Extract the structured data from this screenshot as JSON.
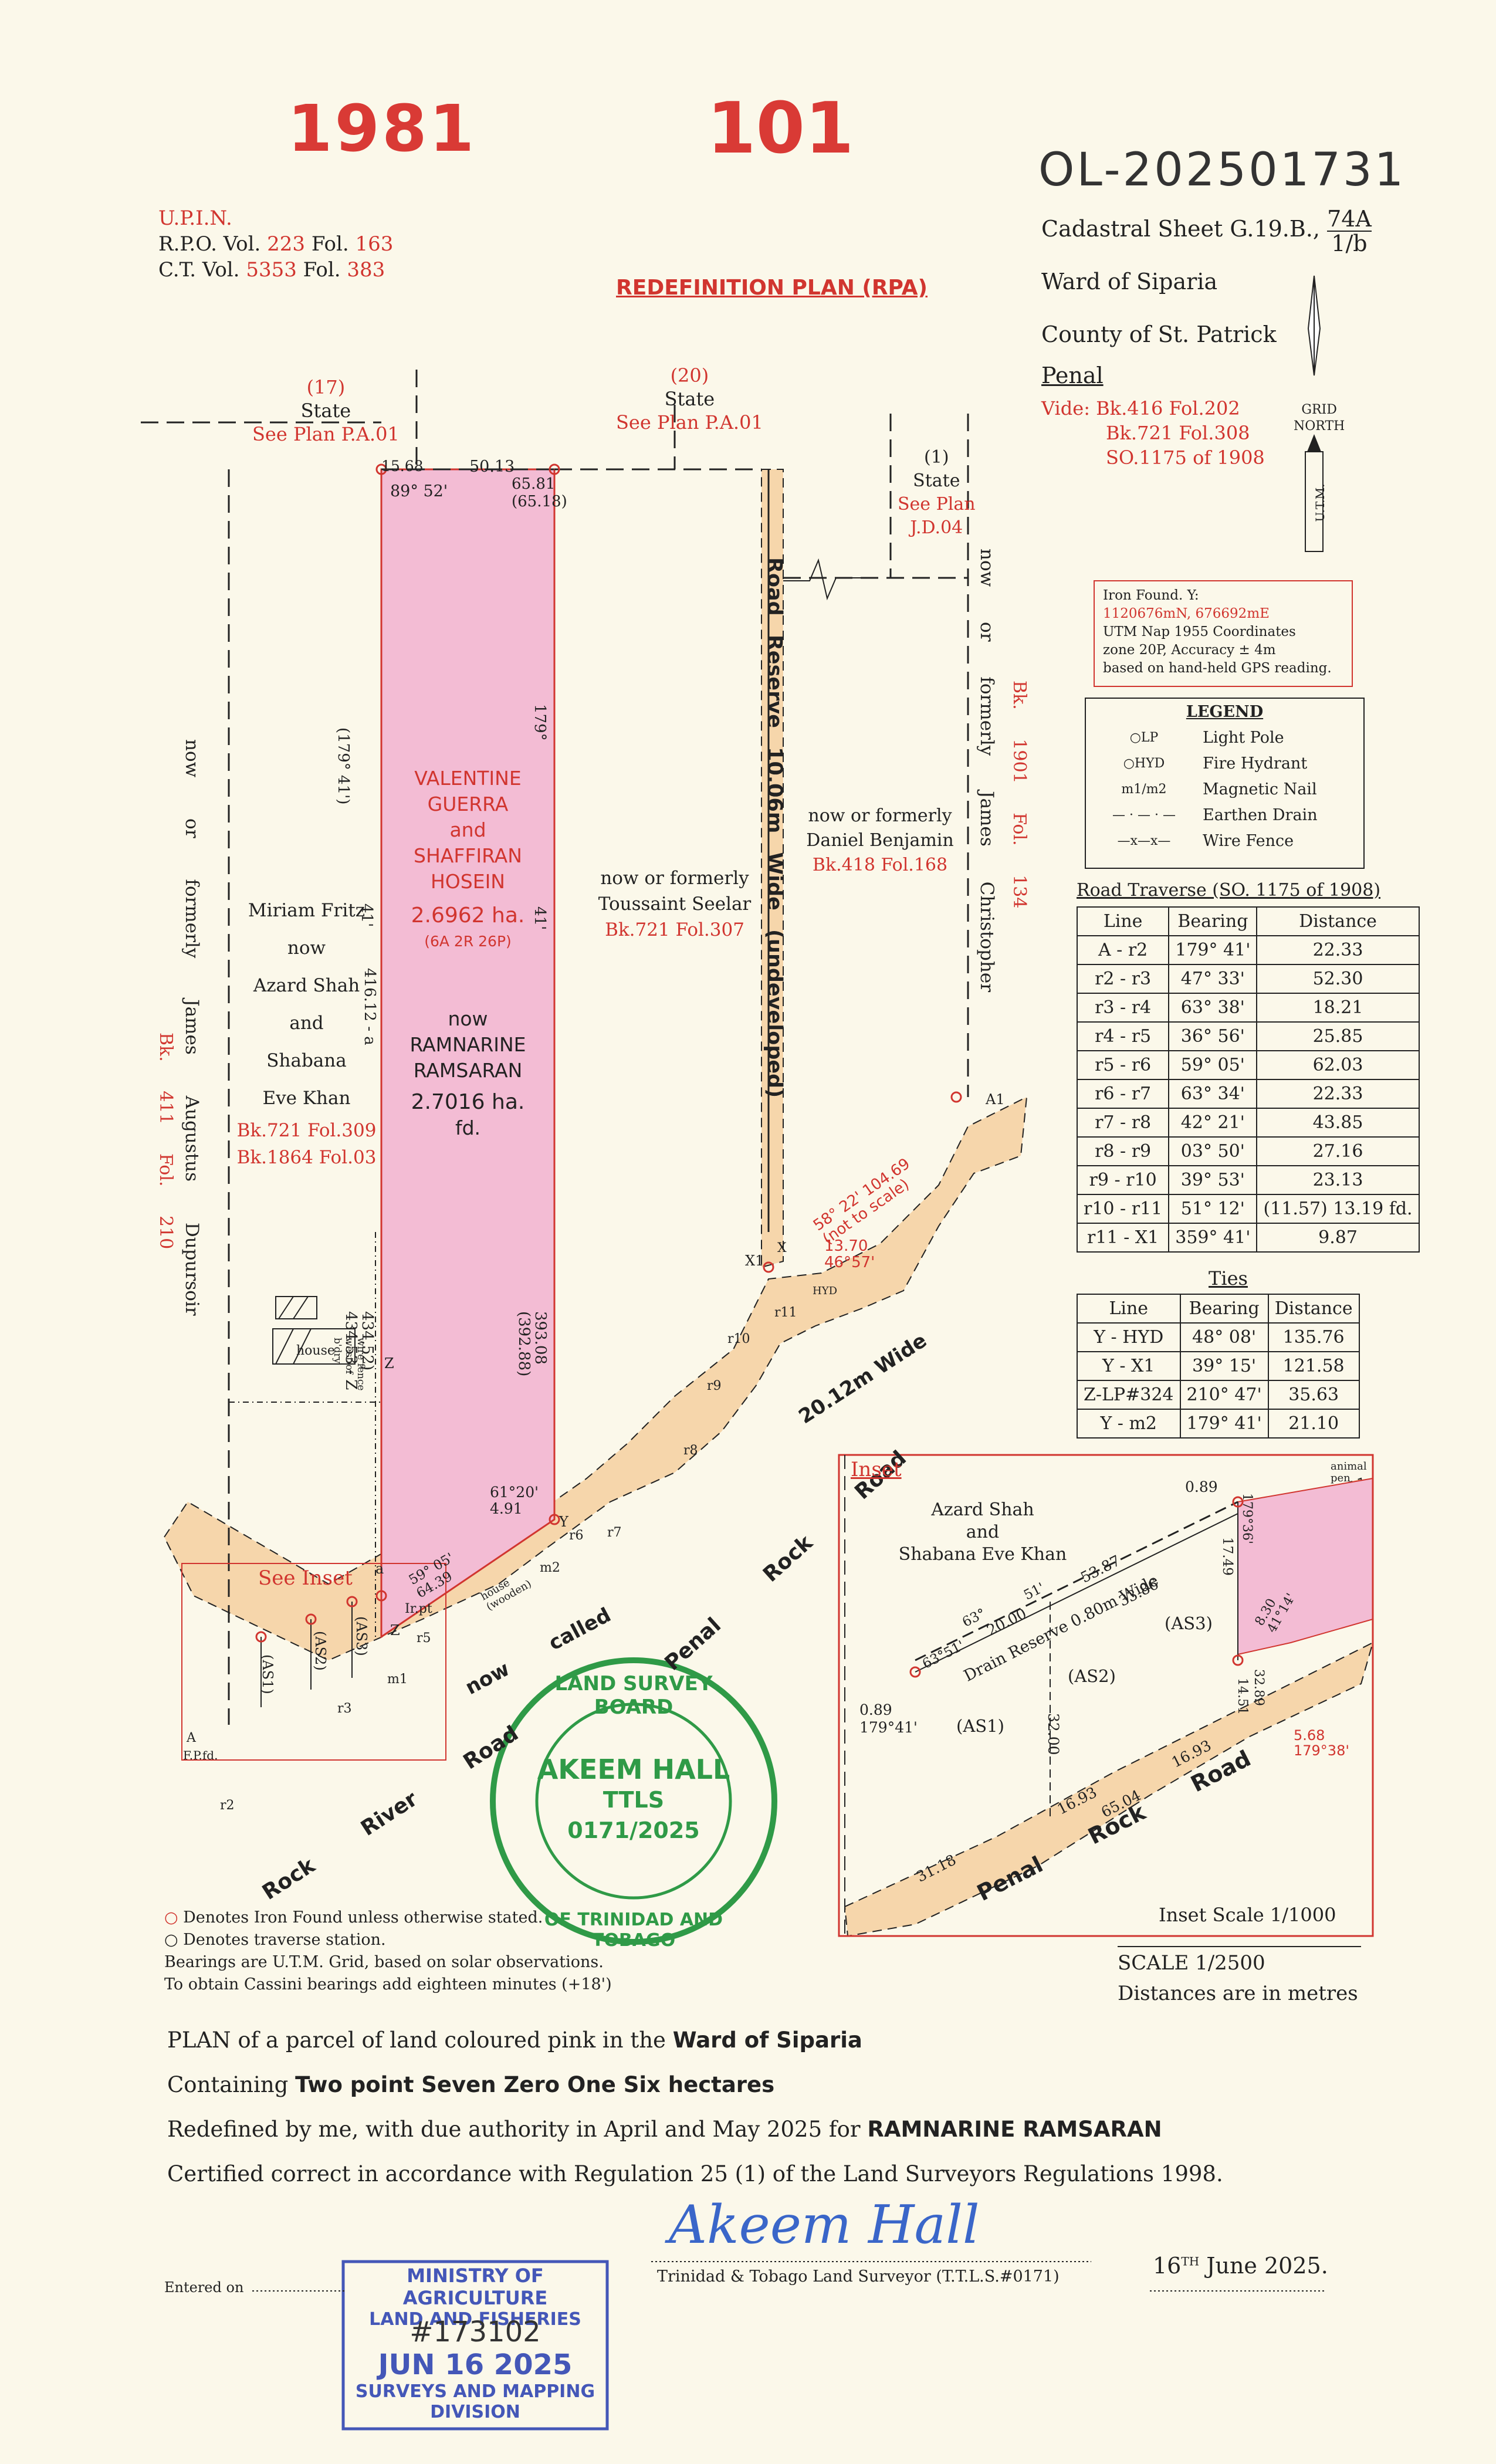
{
  "handwritten": {
    "num1": "1981",
    "num2": "101",
    "ref": "OL-202501731"
  },
  "upin": {
    "label": "U.P.I.N.",
    "rpo": "R.P.O. Vol.",
    "rpo_vol": "223",
    "fol": "Fol.",
    "rpo_fol": "163",
    "ct": "C.T. Vol.",
    "ct_vol": "5353",
    "ct_fol": "383"
  },
  "title": "REDEFINITION PLAN (RPA)",
  "header_right": {
    "cadastral": "Cadastral Sheet G.19.B.,",
    "sheet_num": "74A",
    "sheet_den": "1/b",
    "ward": "Ward of Siparia",
    "county": "County of St. Patrick",
    "penal": "Penal",
    "vide": "Vide:",
    "vide1": "Bk.416 Fol.202",
    "vide2": "Bk.721 Fol.308",
    "vide3": "SO.1175 of 1908"
  },
  "north": {
    "label1": "GRID",
    "label2": "NORTH",
    "utm": "U.T.M."
  },
  "iron_found": {
    "title": "Iron Found. Y:",
    "coords": "1120676mN, 676692mE",
    "l2": "UTM Nap 1955 Coordinates",
    "l3": "zone 20P, Accuracy ± 4m",
    "l4": "based on hand-held GPS reading."
  },
  "legend": {
    "title": "LEGEND",
    "items": [
      {
        "symbol": "LP",
        "label": "Light Pole"
      },
      {
        "symbol": "HYD",
        "label": "Fire Hydrant"
      },
      {
        "symbol": "m1/m2",
        "label": "Magnetic Nail"
      },
      {
        "symbol": "",
        "label": "Earthen Drain"
      },
      {
        "symbol": "",
        "label": "Wire Fence"
      }
    ]
  },
  "road_traverse": {
    "title": "Road Traverse (SO. 1175 of 1908)",
    "headers": [
      "Line",
      "Bearing",
      "Distance"
    ],
    "rows": [
      [
        "A - r2",
        "179° 41'",
        "22.33"
      ],
      [
        "r2 - r3",
        "47° 33'",
        "52.30"
      ],
      [
        "r3 - r4",
        "63° 38'",
        "18.21"
      ],
      [
        "r4 - r5",
        "36° 56'",
        "25.85"
      ],
      [
        "r5 - r6",
        "59° 05'",
        "62.03"
      ],
      [
        "r6 - r7",
        "63° 34'",
        "22.33"
      ],
      [
        "r7 - r8",
        "42° 21'",
        "43.85"
      ],
      [
        "r8 - r9",
        "03° 50'",
        "27.16"
      ],
      [
        "r9 - r10",
        "39° 53'",
        "23.13"
      ],
      [
        "r10 - r11",
        "51° 12'",
        "(11.57) 13.19 fd."
      ],
      [
        "r11 - X1",
        "359° 41'",
        "9.87"
      ]
    ]
  },
  "ties": {
    "title": "Ties",
    "headers": [
      "Line",
      "Bearing",
      "Distance"
    ],
    "rows": [
      [
        "Y - HYD",
        "48° 08'",
        "135.76"
      ],
      [
        "Y - X1",
        "39° 15'",
        "121.58"
      ],
      [
        "Z-LP#324",
        "210° 47'",
        "35.63"
      ],
      [
        "Y - m2",
        "179° 41'",
        "21.10"
      ]
    ]
  },
  "map": {
    "lot17": {
      "num": "(17)",
      "state": "State",
      "plan": "See Plan P.A.01"
    },
    "lot20": {
      "num": "(20)",
      "state": "State",
      "plan": "See Plan P.A.01"
    },
    "lot1": {
      "num": "(1)",
      "state": "State",
      "plan": "See Plan",
      "plan2": "J.D.04"
    },
    "parcel": {
      "o1": "VALENTINE",
      "o2": "GUERRA",
      "o3": "and",
      "o4": "SHAFFIRAN",
      "o5": "HOSEIN",
      "area": "2.6962 ha.",
      "imperial": "(6A 2R 26P)",
      "now": "now",
      "n1": "RAMNARINE",
      "n2": "RAMSARAN",
      "area2": "2.7016 ha.",
      "fd": "fd."
    },
    "west": {
      "l1": "Miriam Fritz",
      "l2": "now",
      "l3": "Azard Shah",
      "l4": "and",
      "l5": "Shabana",
      "l6": "Eve Khan",
      "bk1": "Bk.721 Fol.309",
      "bk2": "Bk.1864 Fol.03"
    },
    "west_vert": {
      "a": "now",
      "b": "or",
      "c": "formerly",
      "d": "James",
      "e": "Augustus",
      "f": "Dupursoir",
      "bk": "Bk. 411",
      "fol": "Fol. 210"
    },
    "east": {
      "l1": "now or formerly",
      "l2": "Toussaint Seelar",
      "bk": "Bk.721 Fol.307"
    },
    "daniel": {
      "l1": "now or formerly",
      "l2": "Daniel Benjamin",
      "bk": "Bk.418 Fol.168"
    },
    "christopher": {
      "a": "now",
      "b": "or",
      "c": "formerly",
      "d": "James",
      "e": "Christopher",
      "bk": "Bk. 1901",
      "fol": "Fol. 134"
    },
    "road_reserve": "Road Reserve 10.06m Wide (undeveloped)",
    "penal_road": "Penal Rock Road",
    "wide": "20.12m Wide",
    "now_called": "now called",
    "rock_river": "Rock River Road",
    "dims": {
      "d1": "15.68",
      "d2": "50.13",
      "d3": "65.81",
      "d4": "(65.18)",
      "brg": "89° 52'",
      "b179a": "(179°",
      "b179b": "179°",
      "b179c": "179°",
      "b41a": "41')",
      "b41b": "41'",
      "b41c": "41'",
      "left_len": "416.12 - a",
      "left2": "434.52)",
      "left3": "434.53 - Z",
      "right1": "393.08",
      "right2": "(392.88)",
      "ang": "61°20'",
      "ang_d": "4.91",
      "sw1": "59° 05'",
      "sw2": "64.39",
      "x_ang": "58° 22' 104.69",
      "x_note": "(not to scale)",
      "x_d": "13.70",
      "x_b": "46°57'"
    },
    "stations": {
      "a": "a",
      "z": "Z",
      "y": "Y",
      "x": "X",
      "x1": "X1",
      "a1": "A1",
      "a_main": "A",
      "fpfd": "F.P.fd.",
      "irpt": "Ir.pt",
      "r2": "r2",
      "r3": "r3",
      "r5": "r5",
      "r6": "r6",
      "r7": "r7",
      "r8": "r8",
      "r9": "r9",
      "r10": "r10",
      "r11": "r11",
      "m1": "m1",
      "m2": "m2",
      "hyd": "HYD"
    },
    "house": "house",
    "house2": "house (wooden)",
    "wire_fence": "wire fence west of b'dry",
    "as1": "(AS1)",
    "as2": "(AS2)",
    "as3": "(AS3)",
    "see_inset": "See Inset"
  },
  "inset": {
    "title": "Inset",
    "owner1": "Azard Shah",
    "owner2": "and",
    "owner3": "Shabana Eve Khan",
    "drain": "Drain Reserve 0.80m Wide",
    "as1": "(AS1)",
    "as2": "(AS2)",
    "as3": "(AS3)",
    "animal": "animal pen",
    "road": "Penal Rock Road",
    "scale": "Inset Scale 1/1000",
    "dims": {
      "d089": "0.89",
      "d089b": "0.89",
      "b179": "179°41'",
      "d5387": "53.87",
      "d3386": "33.86",
      "d2000": "20.00",
      "b63_51": "63°51'",
      "b63": "63°",
      "b51": "51'",
      "d3200": "32.00",
      "d1749": "17.49",
      "d830": "8.30",
      "b4114": "41°14'",
      "d3289": "32.89",
      "d1451": "14.51",
      "d568": "5.68",
      "b17938": "179°38'",
      "d1693": "16.93",
      "d1693b": "16.93",
      "d6504": "65.04",
      "d3118": "31.18",
      "b179_36": "179°36'"
    }
  },
  "notes": {
    "n1": "Denotes Iron Found unless otherwise stated.",
    "n2": "Denotes traverse station.",
    "n3": "Bearings are U.T.M. Grid, based on solar observations.",
    "n4": "To obtain Cassini bearings add eighteen minutes (+18')"
  },
  "scale": {
    "s1": "SCALE   1/2500",
    "s2": "Distances are in metres"
  },
  "cert": {
    "l1a": "PLAN of a parcel of land coloured pink in the",
    "l1b": "Ward of Siparia",
    "l2a": "Containing",
    "l2b": "Two point Seven Zero One Six hectares",
    "l3a": "Redefined by me, with due authority in April and May 2025 for",
    "l3b": "RAMNARINE RAMSARAN",
    "l4": "Certified correct in accordance with Regulation 25 (1) of the Land Surveyors Regulations 1998."
  },
  "signature": {
    "sig": "Akeem Hall",
    "title": "Trinidad & Tobago Land Surveyor  (T.T.L.S.#0171)",
    "date_day": "16",
    "date_sup": "TH",
    "date_rest": "June 2025."
  },
  "entered": "Entered on",
  "stamp_green": {
    "top": "LAND SURVEY BOARD",
    "bottom": "OF TRINIDAD AND TOBAGO",
    "name": "AKEEM HALL",
    "ttls": "TTLS",
    "num": "0171/2025"
  },
  "stamp_blue": {
    "l1": "MINISTRY OF AGRICULTURE",
    "l2": "LAND AND FISHERIES",
    "num": "#173102",
    "date": "JUN 16 2025",
    "l4": "SURVEYS AND MAPPING",
    "l5": "DIVISION"
  },
  "colors": {
    "pink": "#f3bcd4",
    "road": "#f6d6ab",
    "red": "#d1352f"
  }
}
